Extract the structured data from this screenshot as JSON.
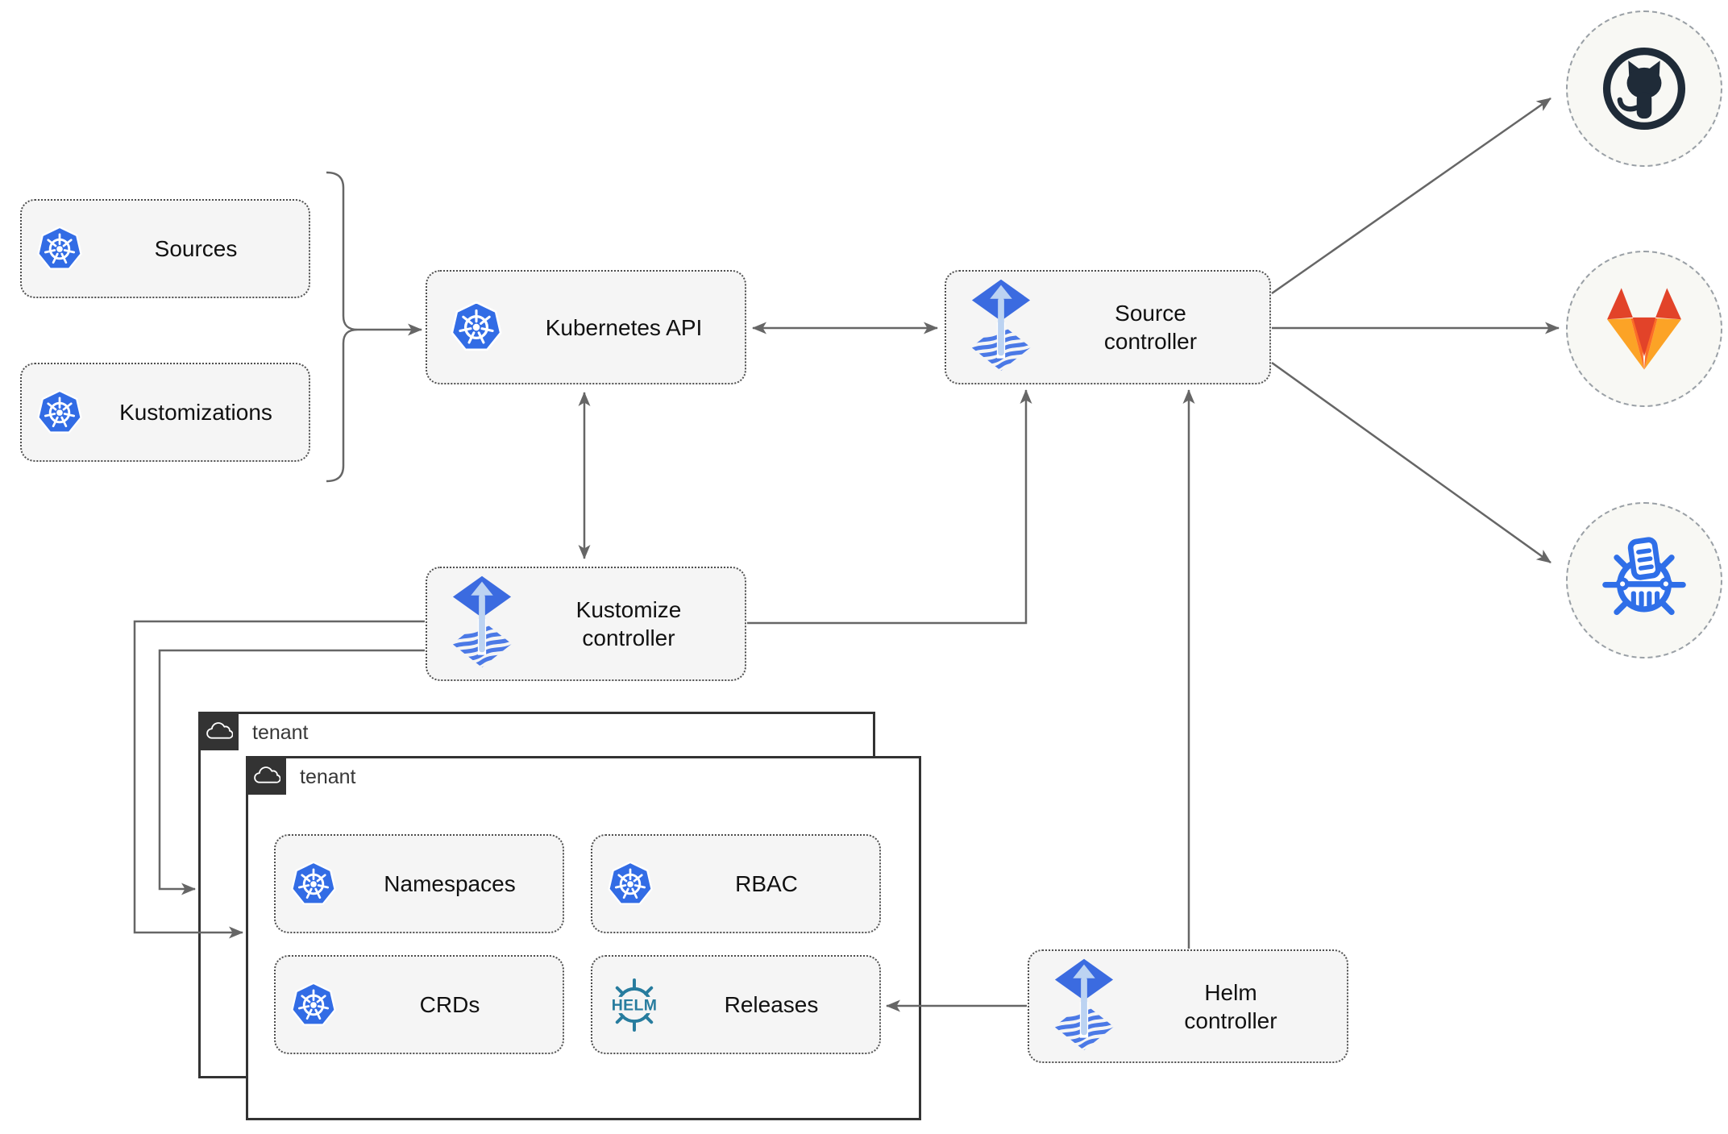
{
  "nodes": {
    "sources": {
      "label": "Sources"
    },
    "kustomizations": {
      "label": "Kustomizations"
    },
    "kubernetes_api": {
      "label": "Kubernetes API"
    },
    "source_controller": {
      "label": "Source controller"
    },
    "kustomize_controller": {
      "label": "Kustomize controller"
    },
    "helm_controller": {
      "label": "Helm controller"
    },
    "tenant_outer": {
      "label": "tenant"
    },
    "tenant_inner": {
      "label": "tenant"
    },
    "namespaces": {
      "label": "Namespaces"
    },
    "rbac": {
      "label": "RBAC"
    },
    "crds": {
      "label": "CRDs"
    },
    "releases": {
      "label": "Releases",
      "icon_text": "HELM"
    }
  },
  "remotes": {
    "items": [
      "github",
      "gitlab",
      "chartmuseum"
    ]
  },
  "colors": {
    "kubernetes_blue": "#326ce5",
    "flux_blue": "#3b6be0",
    "flux_arrow_light": "#bcd3f2",
    "helm_teal": "#277c9e",
    "github_dark": "#1f2b38",
    "gitlab_red": "#e24329",
    "gitlab_orange": "#fc6d26",
    "gitlab_light_orange": "#fca326",
    "chartmuseum_blue": "#2f6fe8",
    "line_gray": "#666666",
    "box_fill": "#f5f5f5",
    "tenant_dark": "#333333"
  }
}
